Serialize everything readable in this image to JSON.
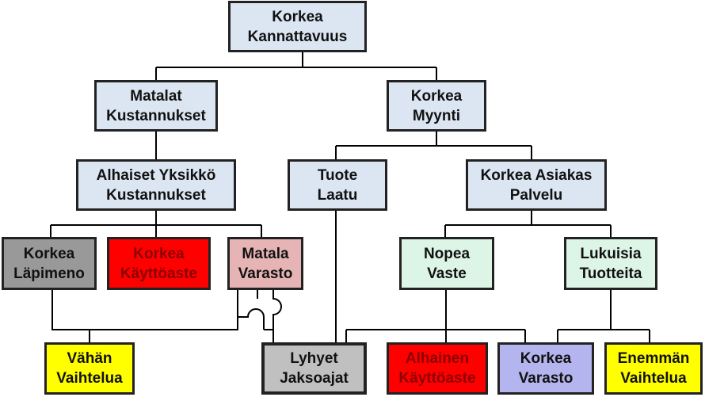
{
  "colors": {
    "light_blue": "#dce6f2",
    "gray": "#999999",
    "red": "#ff0000",
    "pink": "#e6b4b4",
    "mint": "#ddf5e6",
    "yellow": "#ffff00",
    "light_gray": "#c0c0c0",
    "lavender": "#b4b4ee",
    "line": "#000000"
  },
  "nodes": {
    "korkea_kannattavuus": {
      "line1": "Korkea",
      "line2": "Kannattavuus"
    },
    "matalat_kustannukset": {
      "line1": "Matalat",
      "line2": "Kustannukset"
    },
    "korkea_myynti": {
      "line1": "Korkea",
      "line2": "Myynti"
    },
    "alhaiset_yksikko_kustannukset": {
      "line1": "Alhaiset Yksikkö",
      "line2": "Kustannukset"
    },
    "tuote_laatu": {
      "line1": "Tuote",
      "line2": "Laatu"
    },
    "korkea_asiakas_palvelu": {
      "line1": "Korkea Asiakas",
      "line2": "Palvelu"
    },
    "korkea_lapimeno": {
      "line1": "Korkea",
      "line2": "Läpimeno"
    },
    "korkea_kayttoaste": {
      "line1": "Korkea",
      "line2": "Käyttöaste"
    },
    "matala_varasto": {
      "line1": "Matala",
      "line2": "Varasto"
    },
    "nopea_vaste": {
      "line1": "Nopea",
      "line2": "Vaste"
    },
    "lukuisia_tuotteita": {
      "line1": "Lukuisia",
      "line2": "Tuotteita"
    },
    "vahan_vaihtelua": {
      "line1": "Vähän",
      "line2": "Vaihtelua"
    },
    "lyhyet_jaksoajat": {
      "line1": "Lyhyet",
      "line2": "Jaksoajat"
    },
    "alhainen_kayttoaste": {
      "line1": "Alhainen",
      "line2": "Käyttöaste"
    },
    "korkea_varasto": {
      "line1": "Korkea",
      "line2": "Varasto"
    },
    "enemman_vaihtelua": {
      "line1": "Enemmän",
      "line2": "Vaihtelua"
    }
  }
}
